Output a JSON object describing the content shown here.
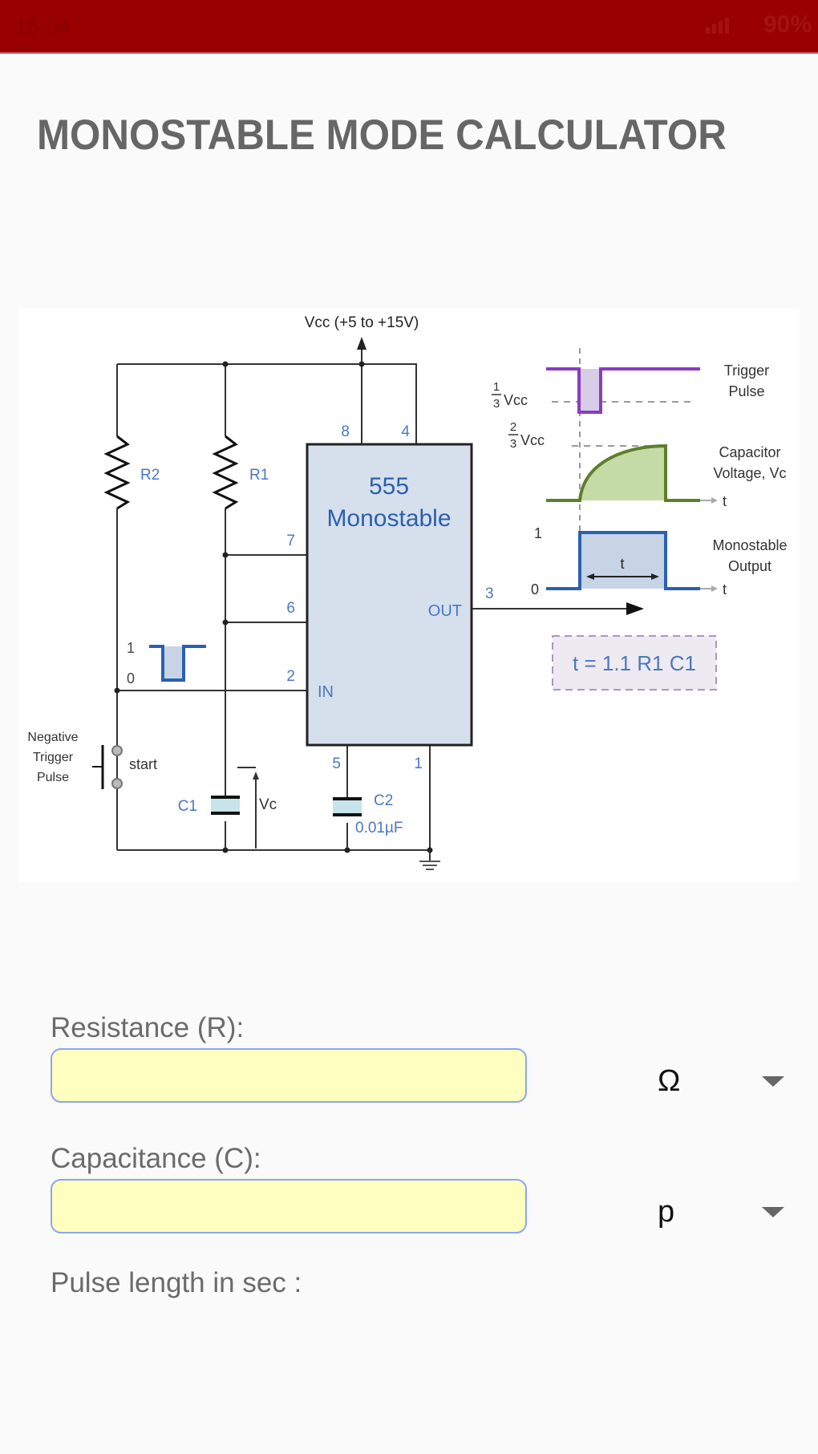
{
  "status_bar": {
    "time": "16:04",
    "battery": "90%"
  },
  "page": {
    "title": "MONOSTABLE MODE CALCULATOR"
  },
  "diagram": {
    "vcc_label": "Vcc (+5 to +15V)",
    "chip_name": "555",
    "chip_mode": "Monostable",
    "pins": {
      "p8": "8",
      "p4": "4",
      "p7": "7",
      "p6": "6",
      "p2": "2",
      "p3": "3",
      "p5": "5",
      "p1": "1"
    },
    "pin_names": {
      "out": "OUT",
      "in": "IN"
    },
    "components": {
      "r1": "R1",
      "r2": "R2",
      "c1": "C1",
      "c2": "C2",
      "c2_value": "0.01µF",
      "vc": "Vc"
    },
    "switch_label": "start",
    "trigger_label": [
      "Negative",
      "Trigger",
      "Pulse"
    ],
    "input_pulse_levels": {
      "high": "1",
      "low": "0"
    },
    "waveforms": {
      "trigger": {
        "label": [
          "Trigger",
          "Pulse"
        ],
        "threshold_num": "1",
        "threshold_den": "3",
        "threshold_unit": "Vcc"
      },
      "capacitor": {
        "label": [
          "Capacitor",
          "Voltage, Vc"
        ],
        "threshold_num": "2",
        "threshold_den": "3",
        "threshold_unit": "Vcc",
        "axis": "t"
      },
      "output": {
        "label": [
          "Monostable",
          "Output"
        ],
        "high": "1",
        "low": "0",
        "axis": "t",
        "width_label": "t"
      }
    },
    "formula": "t = 1.1 R1 C1"
  },
  "form": {
    "resistance": {
      "label": "Resistance (R):",
      "value": "",
      "placeholder": "",
      "unit": "Ω"
    },
    "capacitance": {
      "label": "Capacitance (C):",
      "value": "",
      "placeholder": "",
      "unit": "p"
    },
    "result": {
      "label": "Pulse length in sec :",
      "value": ""
    }
  }
}
